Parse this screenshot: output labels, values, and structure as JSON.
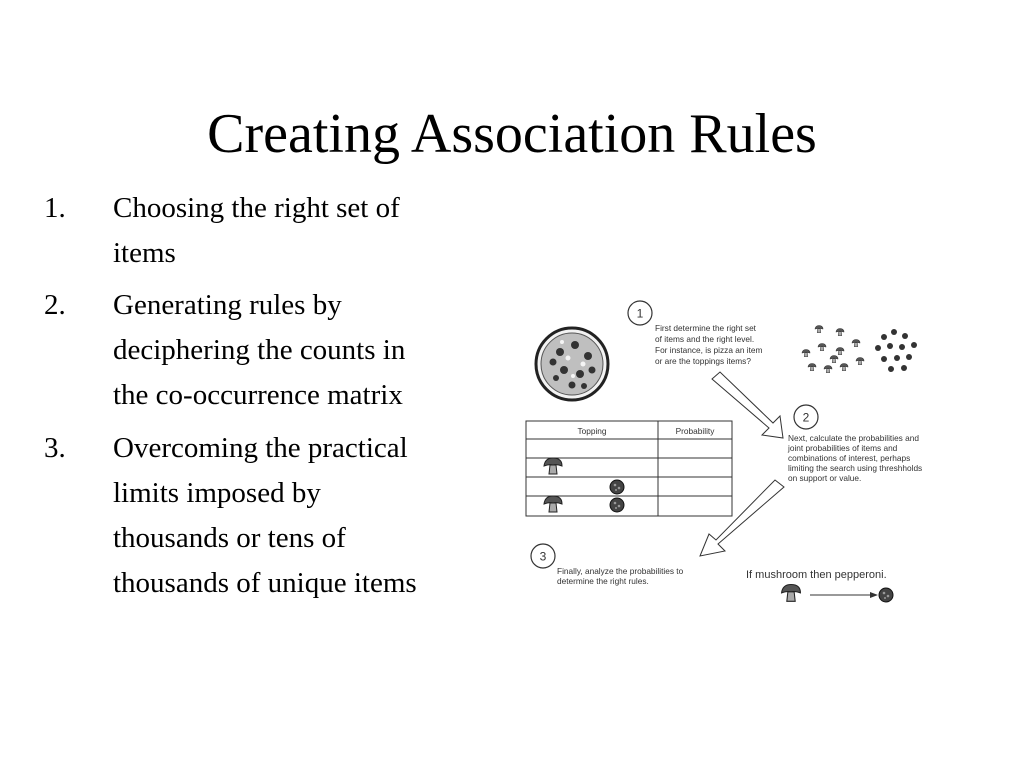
{
  "slide": {
    "title": "Creating Association Rules",
    "items": [
      {
        "number": "1.",
        "lines": [
          "Choosing the right set of",
          "items"
        ]
      },
      {
        "number": "2.",
        "lines": [
          "Generating rules by",
          "deciphering the counts in",
          "the co-occurrence matrix"
        ]
      },
      {
        "number": "3.",
        "lines": [
          "Overcoming the practical",
          "limits imposed by",
          "thousands or tens of",
          "thousands of unique items"
        ]
      }
    ]
  },
  "diagram": {
    "step1": {
      "number": "1",
      "lines": [
        "First determine the right set",
        "of items and the right level.",
        "For instance, is pizza an item",
        "or are the toppings items?"
      ]
    },
    "step2": {
      "number": "2",
      "lines": [
        "Next, calculate the probabilities and",
        "joint probabilities of items and",
        "combinations of interest, perhaps",
        "limiting the search using threshholds",
        "on support or value."
      ]
    },
    "step3": {
      "number": "3",
      "lines": [
        "Finally, analyze the probabilities to",
        "determine the right rules."
      ]
    },
    "table": {
      "headers": [
        "Topping",
        "Probability"
      ]
    },
    "rule": "If mushroom then pepperoni.",
    "icons": [
      "pizza-icon",
      "mushroom-icon",
      "pepperoni-icon",
      "arrow-icon"
    ]
  }
}
